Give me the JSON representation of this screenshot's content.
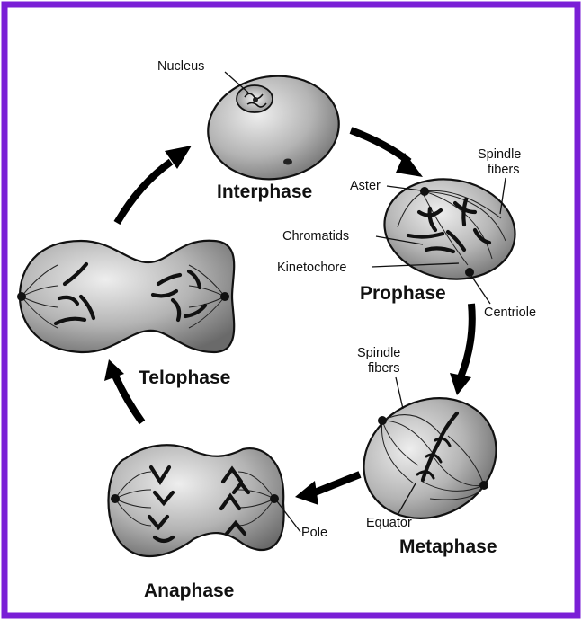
{
  "colors": {
    "frame": "#7a1fd6",
    "cell_light": "#e8e8e8",
    "cell_dark": "#6e6e6e",
    "ink": "#111111"
  },
  "phases": {
    "interphase": "Interphase",
    "prophase": "Prophase",
    "metaphase": "Metaphase",
    "anaphase": "Anaphase",
    "telophase": "Telophase"
  },
  "parts": {
    "nucleus": "Nucleus",
    "aster": "Aster",
    "spindle_fibers_line1": "Spindle",
    "spindle_fibers_line2": "fibers",
    "chromatids": "Chromatids",
    "kinetochore": "Kinetochore",
    "centriole": "Centriole",
    "metaphase_spindle_line1": "Spindle",
    "metaphase_spindle_line2": "fibers",
    "equator": "Equator",
    "pole": "Pole"
  }
}
